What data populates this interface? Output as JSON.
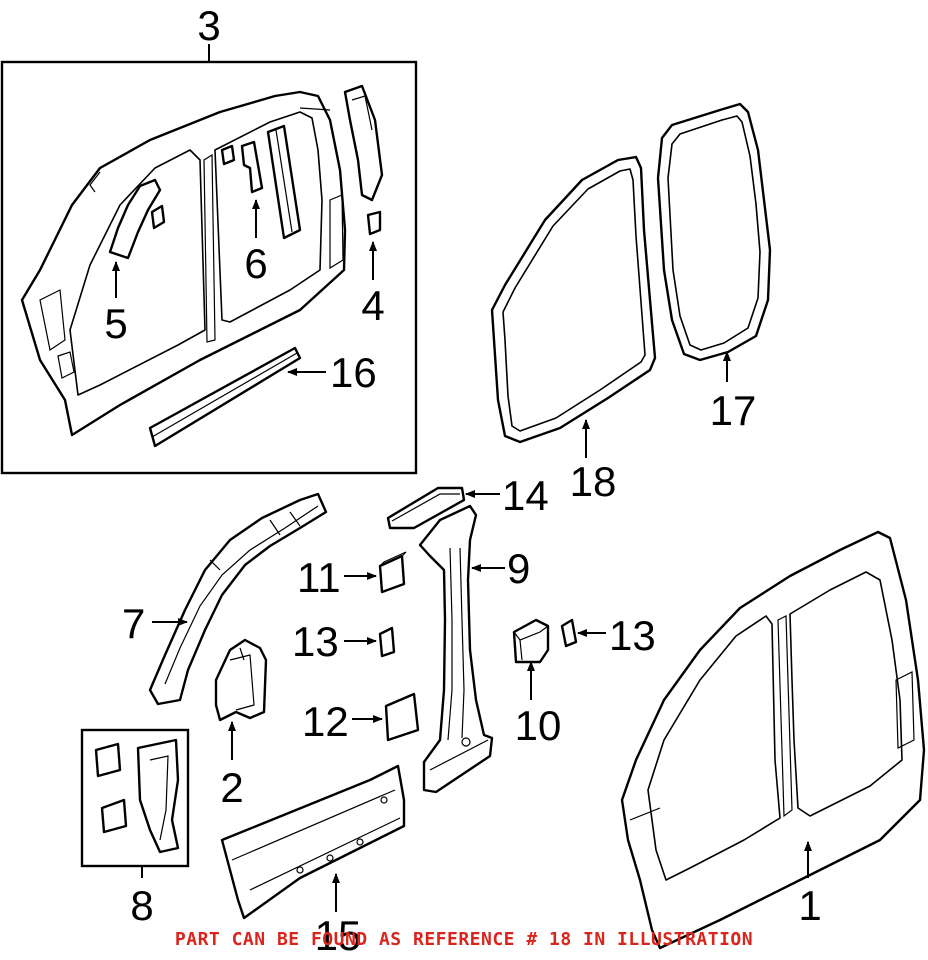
{
  "callouts": {
    "c1": "1",
    "c2": "2",
    "c3": "3",
    "c4": "4",
    "c5": "5",
    "c6": "6",
    "c7": "7",
    "c8": "8",
    "c9": "9",
    "c10": "10",
    "c11": "11",
    "c12": "12",
    "c13a": "13",
    "c13b": "13",
    "c14": "14",
    "c15": "15",
    "c16": "16",
    "c17": "17",
    "c18": "18"
  },
  "footnote": "PART CAN BE FOUND AS REFERENCE # 18 IN ILLUSTRATION",
  "colors": {
    "footnote": "#d9251c",
    "line": "#000000",
    "background": "#ffffff"
  }
}
